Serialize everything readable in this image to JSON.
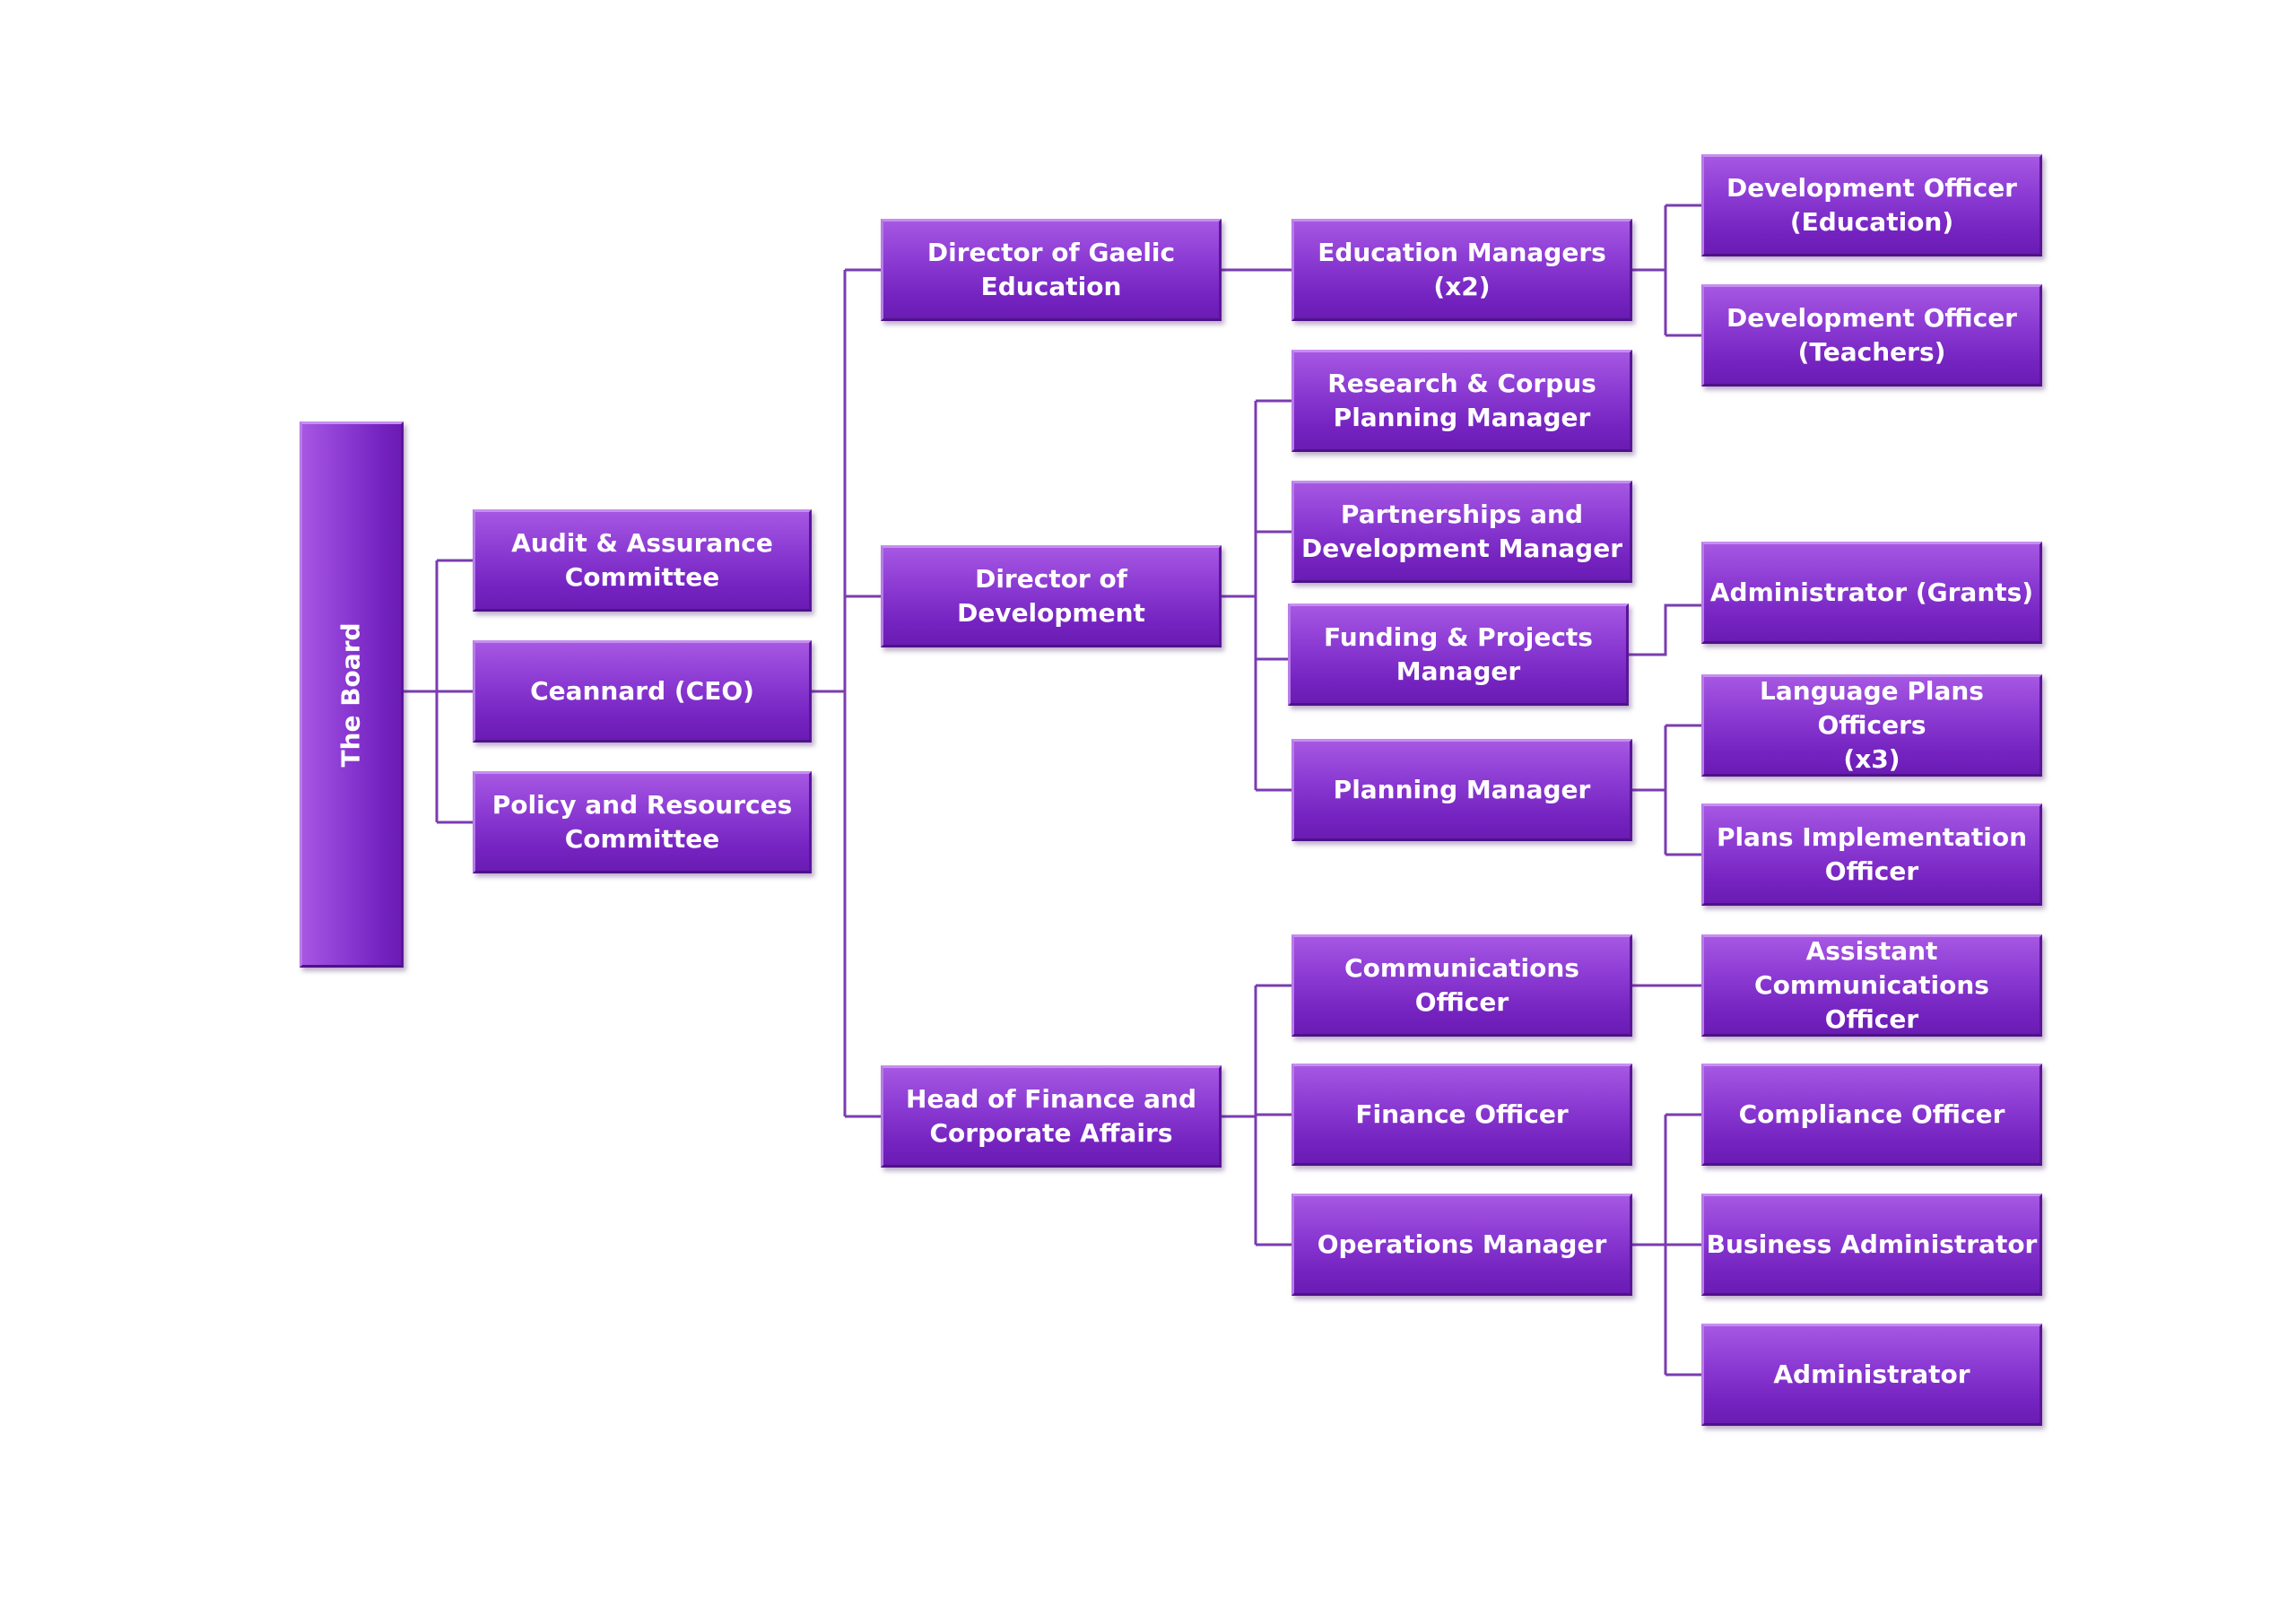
{
  "org_chart": {
    "board": "The Board",
    "committees": {
      "audit": "Audit & Assurance\nCommittee",
      "ceo": "Ceannard (CEO)",
      "policy": "Policy and Resources\nCommittee"
    },
    "directors": {
      "gaelic_education": "Director of Gaelic\nEducation",
      "development": "Director of Development",
      "finance": "Head of Finance and\nCorporate Affairs"
    },
    "managers": {
      "education_managers": "Education Managers (x2)",
      "research_corpus": "Research & Corpus\nPlanning Manager",
      "partnerships": "Partnerships and\nDevelopment Manager",
      "funding_projects": "Funding & Projects\nManager",
      "planning": "Planning Manager",
      "communications": "Communications Officer",
      "finance_officer": "Finance Officer",
      "operations": "Operations Manager"
    },
    "staff": {
      "dev_officer_education": "Development Officer\n(Education)",
      "dev_officer_teachers": "Development Officer\n(Teachers)",
      "admin_grants": "Administrator (Grants)",
      "language_plans": "Language Plans Officers\n(x3)",
      "plans_implementation": "Plans Implementation\nOfficer",
      "assistant_comms": "Assistant\nCommunications Officer",
      "compliance": "Compliance Officer",
      "business_admin": "Business Administrator",
      "administrator": "Administrator"
    }
  }
}
